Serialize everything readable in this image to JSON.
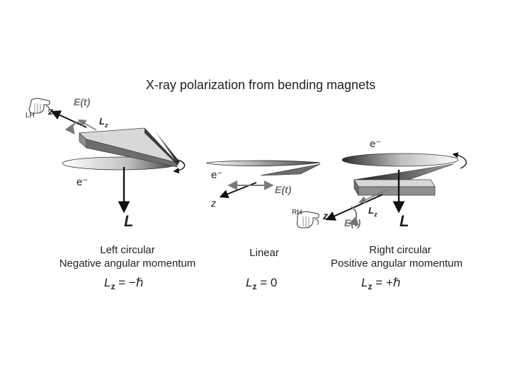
{
  "title": "X-ray polarization from bending magnets",
  "left": {
    "heading": "Left circular",
    "subheading": "Negative angular momentum",
    "formula_symbol": "L",
    "formula_sub": "z",
    "formula_value": " = −ℏ",
    "hand_label": "LH",
    "z_label": "z",
    "e_field_label": "E(t)",
    "lz_symbol": "L",
    "lz_sub": "z",
    "electron_label": "e⁻",
    "L_label": "L"
  },
  "middle": {
    "heading": "Linear",
    "formula_symbol": "L",
    "formula_sub": "z",
    "formula_value": " = 0",
    "electron_label": "e⁻",
    "e_field_label": "E(t)",
    "z_label": "z"
  },
  "right": {
    "heading": "Right circular",
    "subheading": "Positive angular momentum",
    "formula_symbol": "L",
    "formula_sub": "z",
    "formula_value": " = +ℏ",
    "hand_label": "RH",
    "z_label": "z",
    "e_field_label": "E(t)",
    "lz_symbol": "L",
    "lz_sub": "z",
    "electron_label": "e⁻",
    "L_label": "L"
  },
  "colors": {
    "text": "#222222",
    "label_gray": "#6f6f6f",
    "slab_top": "#d8d8d8",
    "slab_dark": "#555555"
  }
}
